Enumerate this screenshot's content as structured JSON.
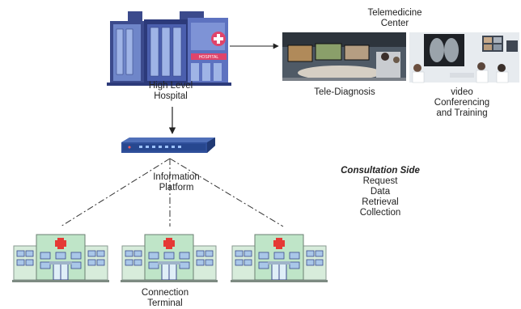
{
  "labels": {
    "high_level_hospital": [
      "High Level",
      "Hospital"
    ],
    "telemedicine_center": [
      "Telemedicine",
      "Center"
    ],
    "tele_diagnosis": "Tele-Diagnosis",
    "video_conferencing": [
      "video",
      "Conferencing",
      "and Training"
    ],
    "information_platform": [
      "Information",
      "Platform"
    ],
    "consultation_side": "Consultation Side",
    "consultation_items": [
      "Request",
      "Data",
      "Retrieval",
      "Collection"
    ],
    "connection_terminal": [
      "Connection",
      "Terminal"
    ],
    "hospital_sign": "HOSPITAL"
  },
  "colors": {
    "hospital_dark": "#3b4a8c",
    "hospital_blue": "#6f86c9",
    "hospital_pink": "#e0446b",
    "router_blue": "#2f4f9a",
    "clinic_green": "#bfe5c8",
    "clinic_cross": "#e53935",
    "window_blue": "#a9c7e8"
  },
  "icons": {
    "main_hospital": "hospital-building-icon",
    "router": "network-router-icon",
    "clinic": "clinic-building-icon",
    "photo1": "conference-room-photo",
    "photo2": "xray-conference-photo"
  }
}
